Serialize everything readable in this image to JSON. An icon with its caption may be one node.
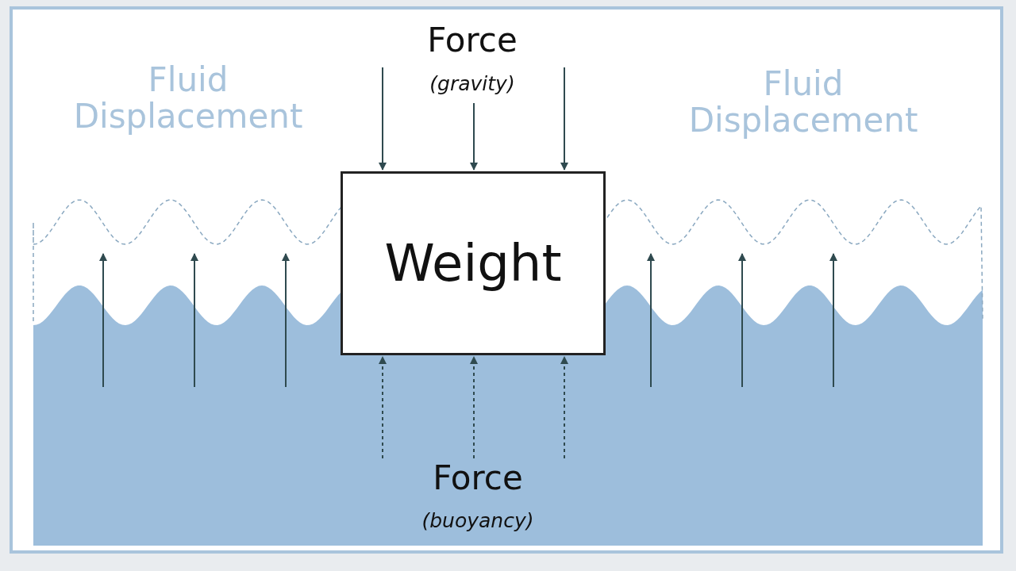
{
  "diagram": {
    "nodes": [
      {
        "text": [
          "Weight"
        ]
      }
    ],
    "labels": [
      "Fluid Displacement",
      "Force",
      "(gravity)",
      "Fluid Displacement",
      "Force",
      "(buoyancy)"
    ]
  }
}
